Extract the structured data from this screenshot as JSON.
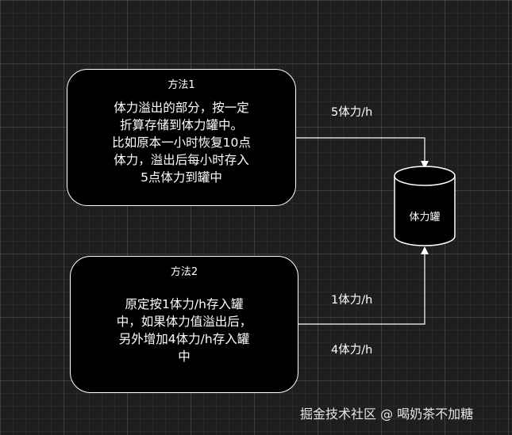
{
  "nodes": {
    "method1": {
      "title": "方法1",
      "lines": [
        "体力溢出的部分，按一定",
        "折算存储到体力罐中。",
        "比如原本一小时恢复10点",
        "体力，溢出后每小时存入",
        "5点体力到罐中"
      ]
    },
    "method2": {
      "title": "方法2",
      "lines": [
        "原定按1体力/h存入罐",
        "中，如果体力值溢出后，",
        "另外增加4体力/h存入罐",
        "中"
      ]
    },
    "tank": {
      "label": "体力罐"
    }
  },
  "edges": {
    "method1_to_tank": {
      "label": "5体力/h"
    },
    "method2_to_tank": {
      "label_top": "1体力/h",
      "label_bottom": "4体力/h"
    }
  },
  "colors": {
    "background": "#1e1e1e",
    "node_fill": "#000000",
    "stroke": "#ffffff",
    "text": "#ffffff"
  },
  "watermark": "掘金技术社区 @ 喝奶茶不加糖"
}
